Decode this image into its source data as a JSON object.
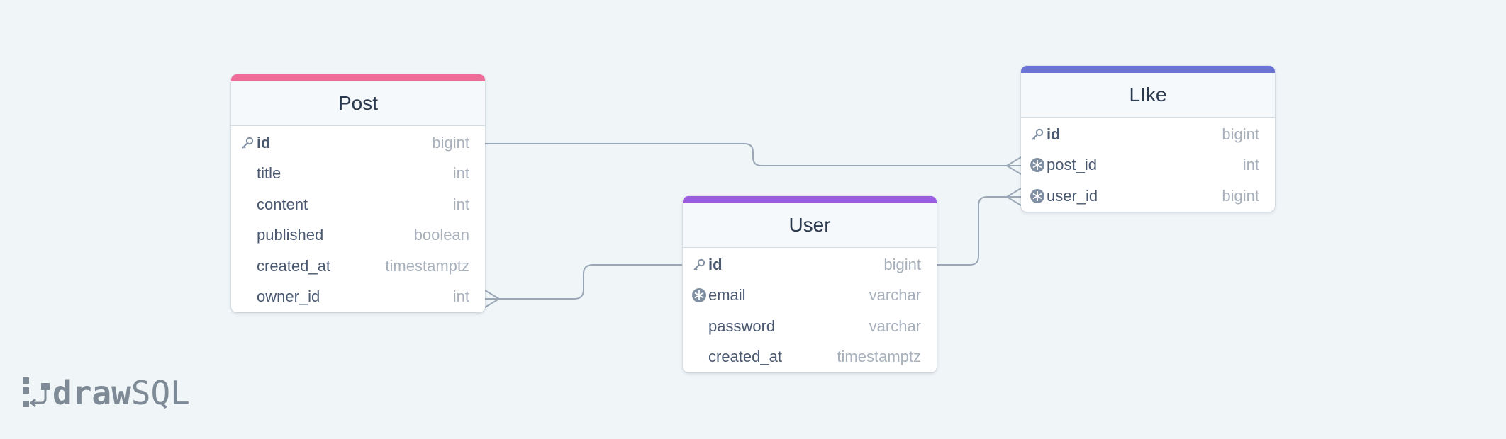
{
  "diagram": {
    "tables": [
      {
        "title": "Post",
        "accent": "#ee6d98",
        "columns": [
          {
            "name": "id",
            "type": "bigint",
            "icon": "key-icon"
          },
          {
            "name": "title",
            "type": "int",
            "icon": ""
          },
          {
            "name": "content",
            "type": "int",
            "icon": ""
          },
          {
            "name": "published",
            "type": "boolean",
            "icon": ""
          },
          {
            "name": "created_at",
            "type": "timestamptz",
            "icon": ""
          },
          {
            "name": "owner_id",
            "type": "int",
            "icon": ""
          }
        ]
      },
      {
        "title": "User",
        "accent": "#9b5de0",
        "columns": [
          {
            "name": "id",
            "type": "bigint",
            "icon": "key-icon"
          },
          {
            "name": "email",
            "type": "varchar",
            "icon": "snowflake-icon"
          },
          {
            "name": "password",
            "type": "varchar",
            "icon": ""
          },
          {
            "name": "created_at",
            "type": "timestamptz",
            "icon": ""
          }
        ]
      },
      {
        "title": "LIke",
        "accent": "#6b74d3",
        "columns": [
          {
            "name": "id",
            "type": "bigint",
            "icon": "key-icon"
          },
          {
            "name": "post_id",
            "type": "int",
            "icon": "snowflake-icon"
          },
          {
            "name": "user_id",
            "type": "bigint",
            "icon": "snowflake-icon"
          }
        ]
      }
    ],
    "relations": [
      {
        "from": "Post.id",
        "to": "LIke.post_id",
        "cardinality": "one-to-many"
      },
      {
        "from": "User.id",
        "to": "Post.owner_id",
        "cardinality": "one-to-many"
      },
      {
        "from": "User.id",
        "to": "LIke.user_id",
        "cardinality": "one-to-many"
      }
    ],
    "colors": {
      "background": "#f0f5f8",
      "connector": "#9aa7b6",
      "text": "#4a5870",
      "type_text": "#a7b0bb"
    }
  },
  "brand": {
    "logo_bold": "draw",
    "logo_thin": "SQL"
  }
}
